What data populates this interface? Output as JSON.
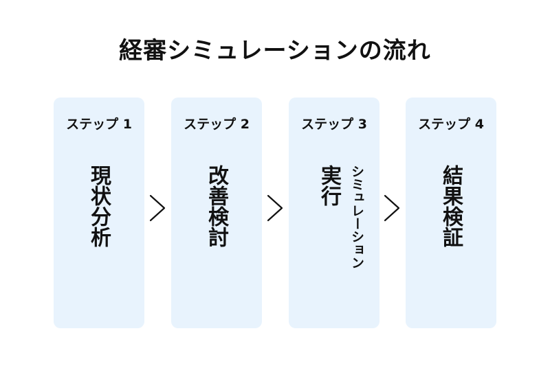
{
  "title": "経審シミュレーションの流れ",
  "colors": {
    "card_background": "#e8f3fd",
    "text": "#111111"
  },
  "steps": [
    {
      "label": "ステップ 1",
      "name": "現状分析"
    },
    {
      "label": "ステップ 2",
      "name": "改善検討"
    },
    {
      "label": "ステップ 3",
      "name": "実行",
      "sub": "シミュレーション"
    },
    {
      "label": "ステップ 4",
      "name": "結果検証"
    }
  ],
  "arrow_icon": "chevron-right-icon"
}
